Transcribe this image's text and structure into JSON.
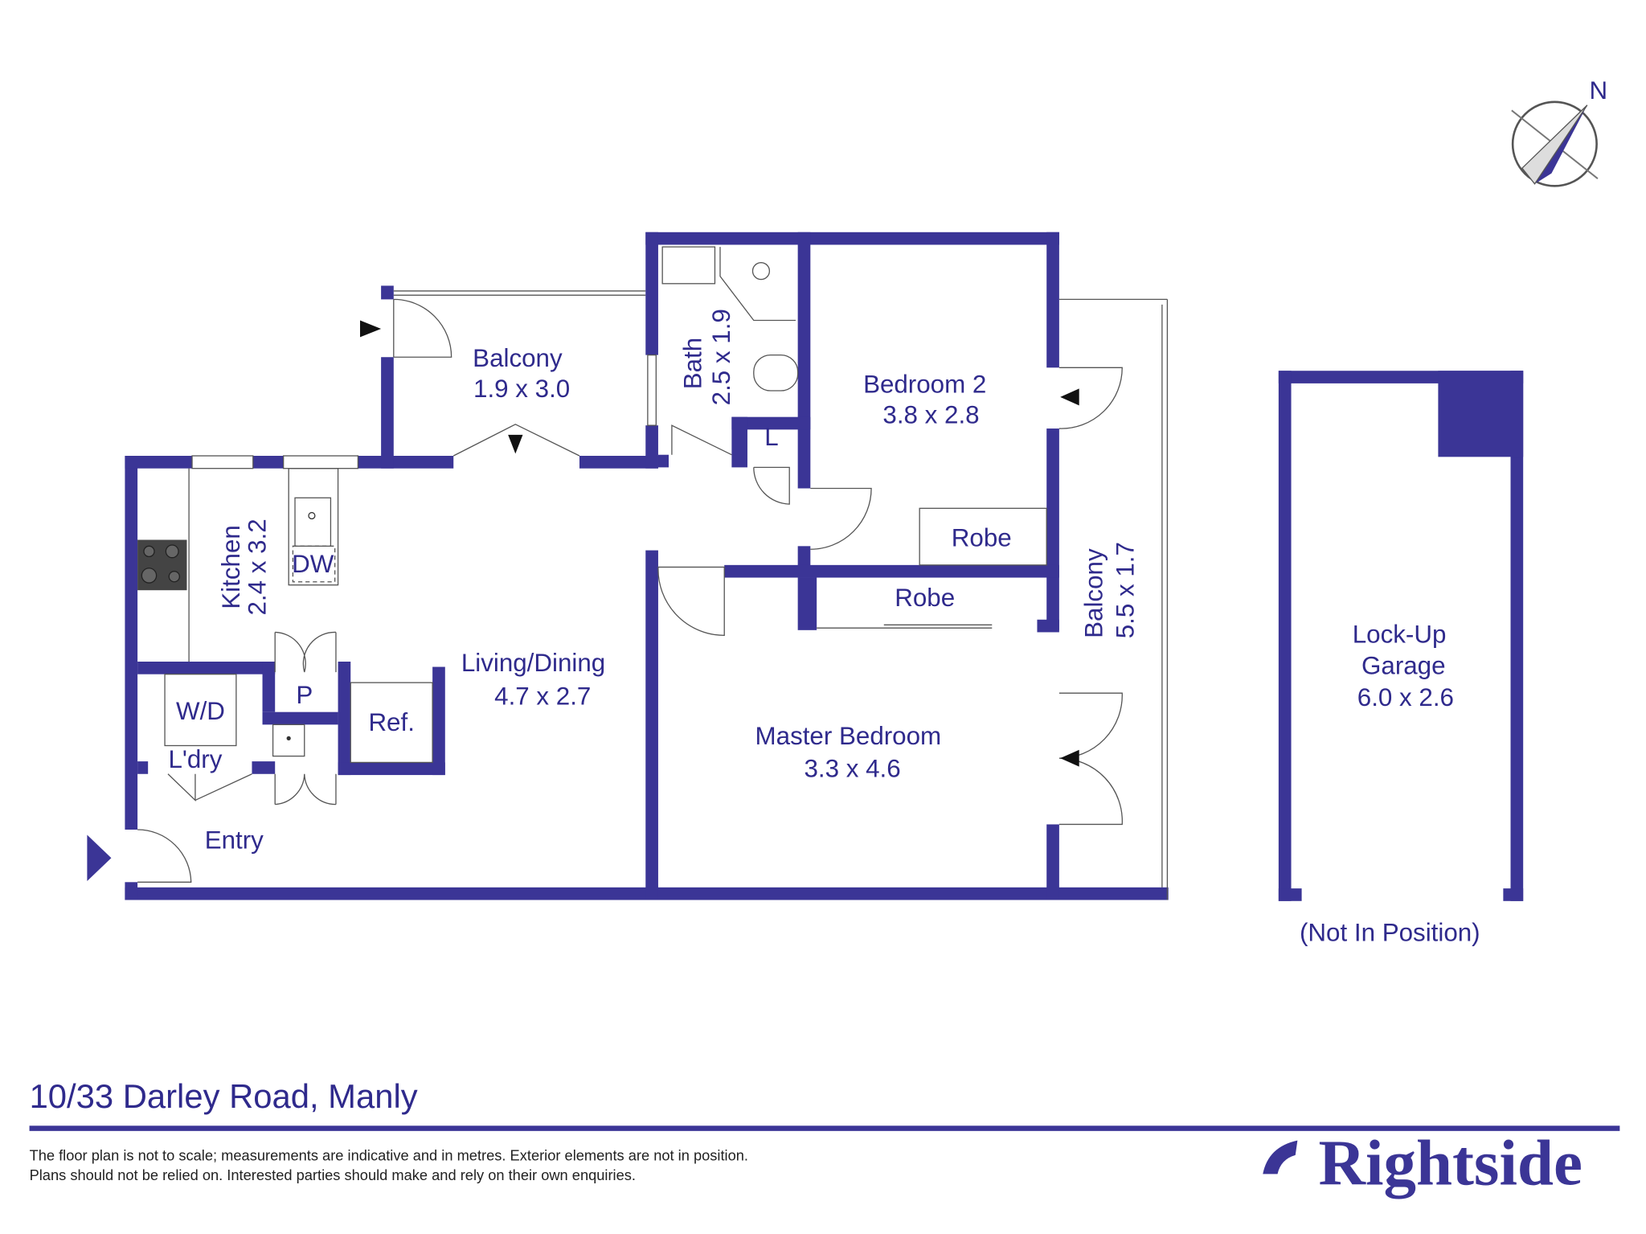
{
  "title": "10/33 Darley Road, Manly",
  "disclaimer": {
    "line1": "The floor plan is not to scale; measurements are indicative and in metres. Exterior elements are not in position.",
    "line2": "Plans should not be relied on. Interested parties should make and rely on their own enquiries."
  },
  "logo": "Rightside",
  "compass": {
    "label": "N"
  },
  "colors": {
    "walls": "#3b3596",
    "text": "#2f2a8c"
  },
  "rooms": {
    "balcony_top": {
      "name": "Balcony",
      "size": "1.9 x 3.0"
    },
    "bath": {
      "name": "Bath",
      "size": "2.5 x 1.9"
    },
    "bedroom2": {
      "name": "Bedroom 2",
      "size": "3.8 x 2.8"
    },
    "robe1": "Robe",
    "robe2": "Robe",
    "linen": "L",
    "kitchen": {
      "name": "Kitchen",
      "size": "2.4 x 3.2"
    },
    "dw": "DW",
    "living": {
      "name": "Living/Dining",
      "size": "4.7 x 2.7"
    },
    "pantry": "P",
    "ref": "Ref.",
    "wd": "W/D",
    "laundry": "L'dry",
    "entry": "Entry",
    "master": {
      "name": "Master Bedroom",
      "size": "3.3 x 4.6"
    },
    "balcony_side": {
      "name": "Balcony",
      "size": "5.5 x 1.7"
    },
    "garage": {
      "name1": "Lock-Up",
      "name2": "Garage",
      "size": "6.0 x 2.6",
      "note": "(Not In Position)"
    }
  }
}
